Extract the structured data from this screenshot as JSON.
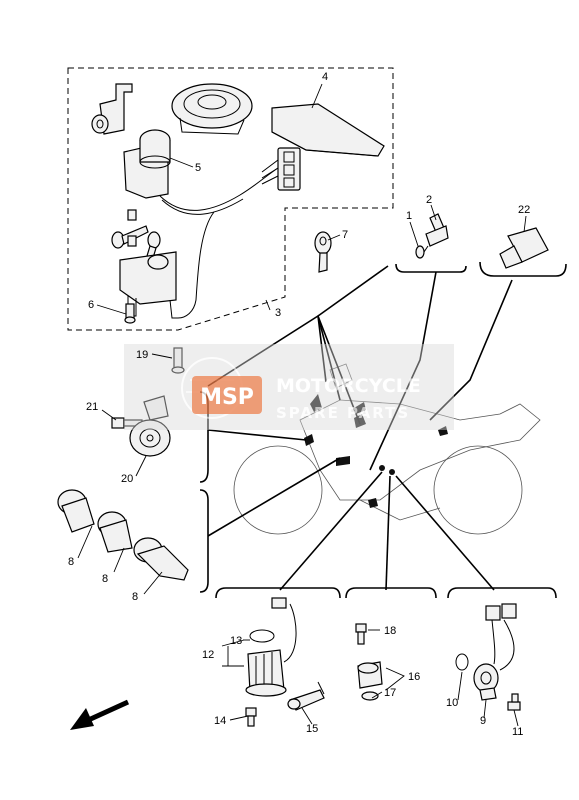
{
  "parts": [
    {
      "ref": "1"
    },
    {
      "ref": "2"
    },
    {
      "ref": "3"
    },
    {
      "ref": "4"
    },
    {
      "ref": "5"
    },
    {
      "ref": "6"
    },
    {
      "ref": "7"
    },
    {
      "ref": "8a",
      "label": "8"
    },
    {
      "ref": "8b",
      "label": "8"
    },
    {
      "ref": "8c",
      "label": "8"
    },
    {
      "ref": "9"
    },
    {
      "ref": "10"
    },
    {
      "ref": "11"
    },
    {
      "ref": "12"
    },
    {
      "ref": "13"
    },
    {
      "ref": "14"
    },
    {
      "ref": "15"
    },
    {
      "ref": "16"
    },
    {
      "ref": "17"
    },
    {
      "ref": "18"
    },
    {
      "ref": "19"
    },
    {
      "ref": "20"
    },
    {
      "ref": "21"
    },
    {
      "ref": "22"
    }
  ],
  "labels": {
    "p1": "1",
    "p2": "2",
    "p3": "3",
    "p4": "4",
    "p5": "5",
    "p6": "6",
    "p7": "7",
    "p8a": "8",
    "p8b": "8",
    "p8c": "8",
    "p9": "9",
    "p10": "10",
    "p11": "11",
    "p12": "12",
    "p13": "13",
    "p14": "14",
    "p15": "15",
    "p16": "16",
    "p17": "17",
    "p18": "18",
    "p19": "19",
    "p20": "20",
    "p21": "21",
    "p22": "22"
  },
  "watermark": {
    "logo": "MSP",
    "line1": "MOTORCYCLE",
    "line2": "SPARE PARTS"
  },
  "arrow_icon": "front-direction-arrow",
  "colors": {
    "watermark_orange": "#e9713a",
    "watermark_grey": "#b3b3b3",
    "line": "#000000"
  }
}
